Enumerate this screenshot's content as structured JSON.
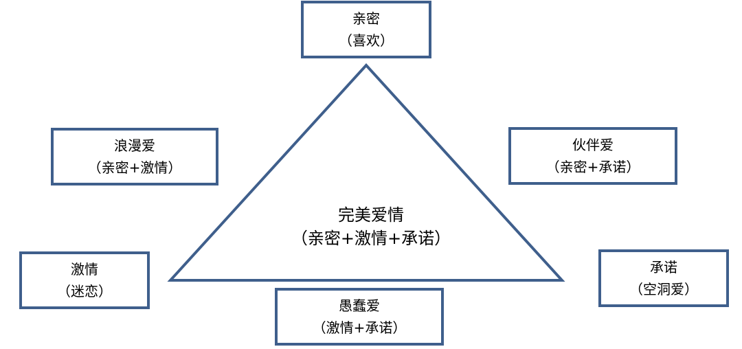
{
  "colors": {
    "border": "#3f5f8c",
    "triangle_stroke": "#3f5f8c",
    "background": "#ffffff",
    "text": "#000000"
  },
  "center": {
    "title": "完美爱情",
    "subtitle": "（亲密+激情+承诺）"
  },
  "nodes": {
    "top": {
      "title": "亲密",
      "subtitle": "（喜欢）"
    },
    "upper_left": {
      "title": "浪漫爱",
      "subtitle": "（亲密+激情）"
    },
    "upper_right": {
      "title": "伙伴爱",
      "subtitle": "（亲密+承诺）"
    },
    "lower_left": {
      "title": "激情",
      "subtitle": "（迷恋）"
    },
    "lower_right": {
      "title": "承诺",
      "subtitle": "（空洞爱）"
    },
    "bottom": {
      "title": "愚蠢爱",
      "subtitle": "（激情+承诺）"
    }
  }
}
